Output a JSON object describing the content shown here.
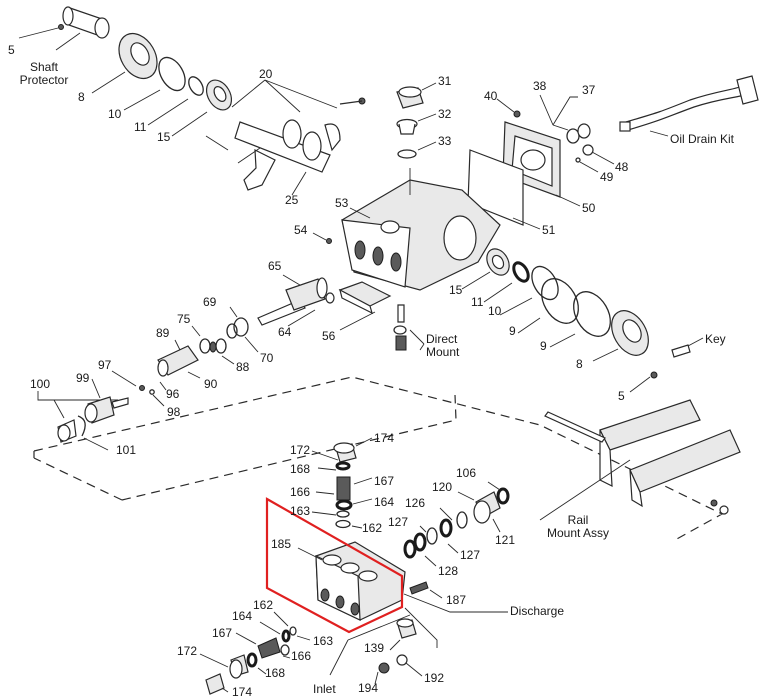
{
  "labels": {
    "shaft_protector": "Shaft\nProtector",
    "oil_drain_kit": "Oil Drain Kit",
    "direct_mount": "Direct\nMount",
    "key": "Key",
    "rail_mount_assy": "Rail\nMount Assy",
    "discharge": "Discharge",
    "inlet": "Inlet"
  },
  "part_numbers": {
    "p5_top": "5",
    "p8_top": "8",
    "p10_top": "10",
    "p11_top": "11",
    "p15_top": "15",
    "p20": "20",
    "p25": "25",
    "p31": "31",
    "p32": "32",
    "p33": "33",
    "p40": "40",
    "p38": "38",
    "p37": "37",
    "p48": "48",
    "p49": "49",
    "p50": "50",
    "p51": "51",
    "p53": "53",
    "p54": "54",
    "p65": "65",
    "p69": "69",
    "p64": "64",
    "p56": "56",
    "p75": "75",
    "p70": "70",
    "p89": "89",
    "p88": "88",
    "p90": "90",
    "p97": "97",
    "p96": "96",
    "p98": "98",
    "p99": "99",
    "p100": "100",
    "p101": "101",
    "p15_mid": "15",
    "p11_mid": "11",
    "p10_mid": "10",
    "p9_a": "9",
    "p9_b": "9",
    "p8_mid": "8",
    "p5_mid": "5",
    "p172_top": "172",
    "p174_top": "174",
    "p168_top": "168",
    "p167_top": "167",
    "p166_top": "166",
    "p164_top": "164",
    "p163_top": "163",
    "p162_top": "162",
    "p185": "185",
    "p106": "106",
    "p120": "120",
    "p126": "126",
    "p127_a": "127",
    "p127_b": "127",
    "p128": "128",
    "p121": "121",
    "p187": "187",
    "p162_bot": "162",
    "p164_bot": "164",
    "p163_bot": "163",
    "p167_bot": "167",
    "p166_bot": "166",
    "p172_bot": "172",
    "p168_bot": "168",
    "p174_bot": "174",
    "p139": "139",
    "p194": "194",
    "p192": "192"
  }
}
